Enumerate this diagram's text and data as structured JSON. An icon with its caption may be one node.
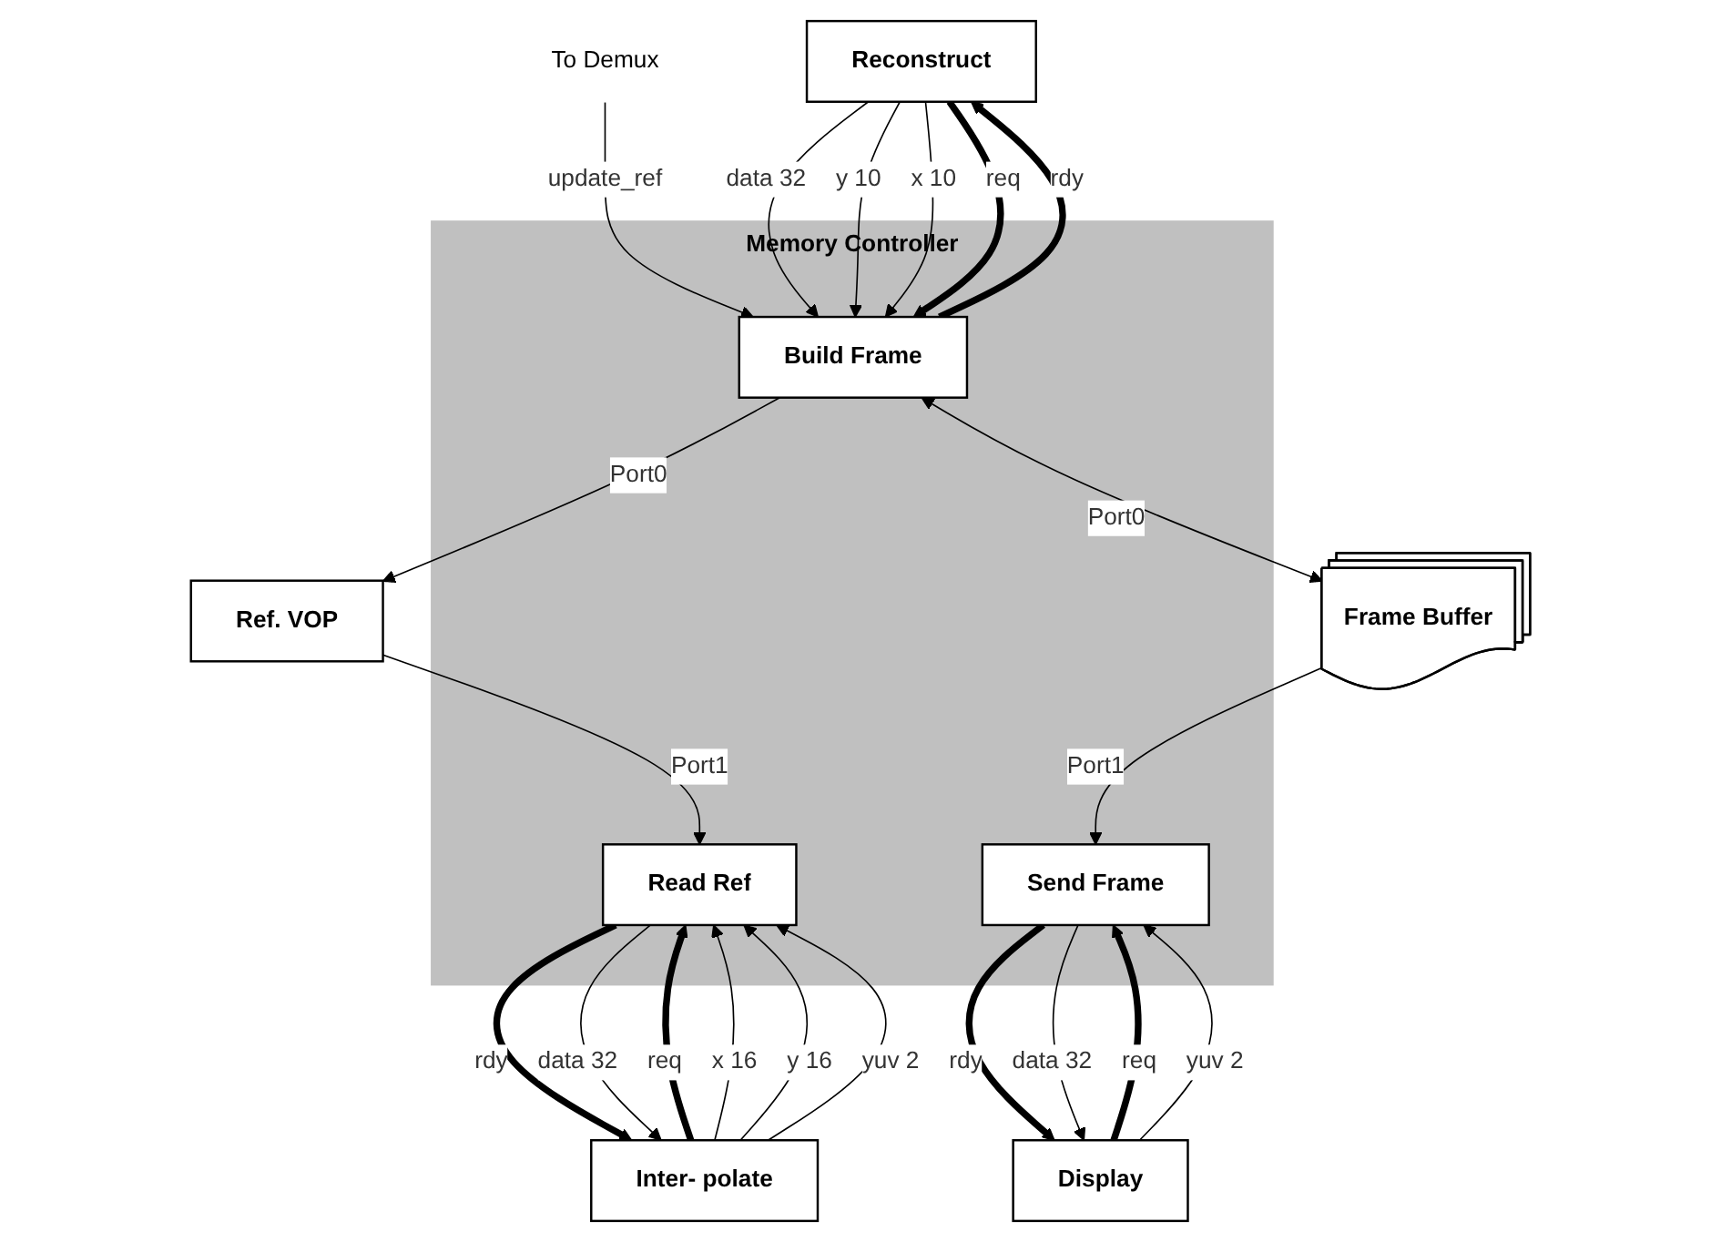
{
  "diagram": {
    "nodes": [
      {
        "text": [
          "Reconstruct"
        ]
      },
      {
        "text": [
          "To Demux"
        ]
      },
      {
        "text": [
          "Memory Controller"
        ]
      },
      {
        "text": [
          "Read Ref"
        ],
        "in": 2
      },
      {
        "text": [
          "Build Frame"
        ],
        "in": 2
      },
      {
        "text": [
          "Send Frame"
        ],
        "in": 2
      },
      {
        "text": [
          "Inter- polate"
        ]
      },
      {
        "text": [
          "Display"
        ]
      },
      {
        "text": [
          "Ref. VOP"
        ]
      },
      {
        "text": [
          "Frame Buffer"
        ]
      }
    ],
    "edges": [
      {
        "from": 6,
        "to": 3,
        "arrow": "to",
        "label": "req",
        "style": "thick"
      },
      {
        "from": 3,
        "to": 6,
        "arrow": "to",
        "label": "rdy",
        "style": "thick"
      },
      {
        "from": 6,
        "to": 3,
        "arrow": "to",
        "label": "x 16"
      },
      {
        "from": 6,
        "to": 3,
        "arrow": "to",
        "label": "y 16"
      },
      {
        "from": 6,
        "to": 3,
        "arrow": "to",
        "label": "yuv 2"
      },
      {
        "from": 3,
        "to": 6,
        "arrow": "to",
        "label": "data 32"
      },
      {
        "from": 1,
        "to": 4,
        "arrow": "to",
        "label": "update_ref"
      },
      {
        "from": 0,
        "to": 4,
        "arrow": "to",
        "label": "data 32"
      },
      {
        "from": 0,
        "to": 4,
        "arrow": "to",
        "label": "y 10"
      },
      {
        "from": 0,
        "to": 4,
        "arrow": "to",
        "label": "x 10"
      },
      {
        "from": 4,
        "to": 0,
        "arrow": "to",
        "label": "rdy",
        "style": "thick"
      },
      {
        "from": 0,
        "to": 4,
        "arrow": "to",
        "label": "req",
        "style": "thick"
      },
      {
        "from": 7,
        "to": 5,
        "arrow": "to",
        "label": "req",
        "style": "thick"
      },
      {
        "from": 5,
        "to": 7,
        "arrow": "to",
        "label": "rdy",
        "style": "thick"
      },
      {
        "from": 7,
        "to": 5,
        "arrow": "to",
        "label": "yuv 2"
      },
      {
        "from": 5,
        "to": 7,
        "arrow": "to",
        "label": "data 32"
      },
      {
        "from": 4,
        "to": 8,
        "arrow": "to",
        "label": "Port0"
      },
      {
        "from": 4,
        "to": 9,
        "arrow": "both",
        "label": "Port0"
      },
      {
        "from": 8,
        "to": 3,
        "arrow": "to",
        "label": "Port1"
      },
      {
        "from": 9,
        "to": 5,
        "arrow": "to",
        "label": "Port1"
      }
    ]
  }
}
